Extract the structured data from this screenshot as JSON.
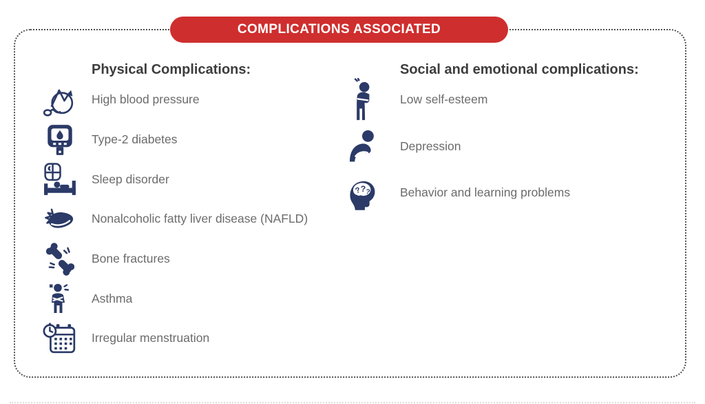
{
  "banner": {
    "title": "COMPLICATIONS ASSOCIATED",
    "bg_color": "#cf2e2e",
    "text_color": "#ffffff"
  },
  "colors": {
    "icon_navy": "#2b3a67",
    "heading_text": "#3d3d3d",
    "item_text": "#6b6b6b",
    "border_dot": "#4f4f4f"
  },
  "columns": [
    {
      "heading": "Physical Complications:",
      "items": [
        {
          "icon": "blood-pressure-icon",
          "label": "High blood pressure"
        },
        {
          "icon": "glucose-meter-icon",
          "label": "Type-2 diabetes"
        },
        {
          "icon": "sleep-bed-icon",
          "label": "Sleep disorder"
        },
        {
          "icon": "liver-icon",
          "label": "Nonalcoholic fatty liver disease (NAFLD)"
        },
        {
          "icon": "broken-bone-icon",
          "label": "Bone fractures"
        },
        {
          "icon": "asthma-person-icon",
          "label": "Asthma"
        },
        {
          "icon": "calendar-clock-icon",
          "label": "Irregular menstruation"
        }
      ]
    },
    {
      "heading": "Social and emotional complications:",
      "items": [
        {
          "icon": "sad-person-icon",
          "label": "Low self-esteem"
        },
        {
          "icon": "depressed-person-icon",
          "label": "Depression"
        },
        {
          "icon": "child-brain-questions-icon",
          "label": "Behavior and learning problems"
        }
      ]
    }
  ]
}
